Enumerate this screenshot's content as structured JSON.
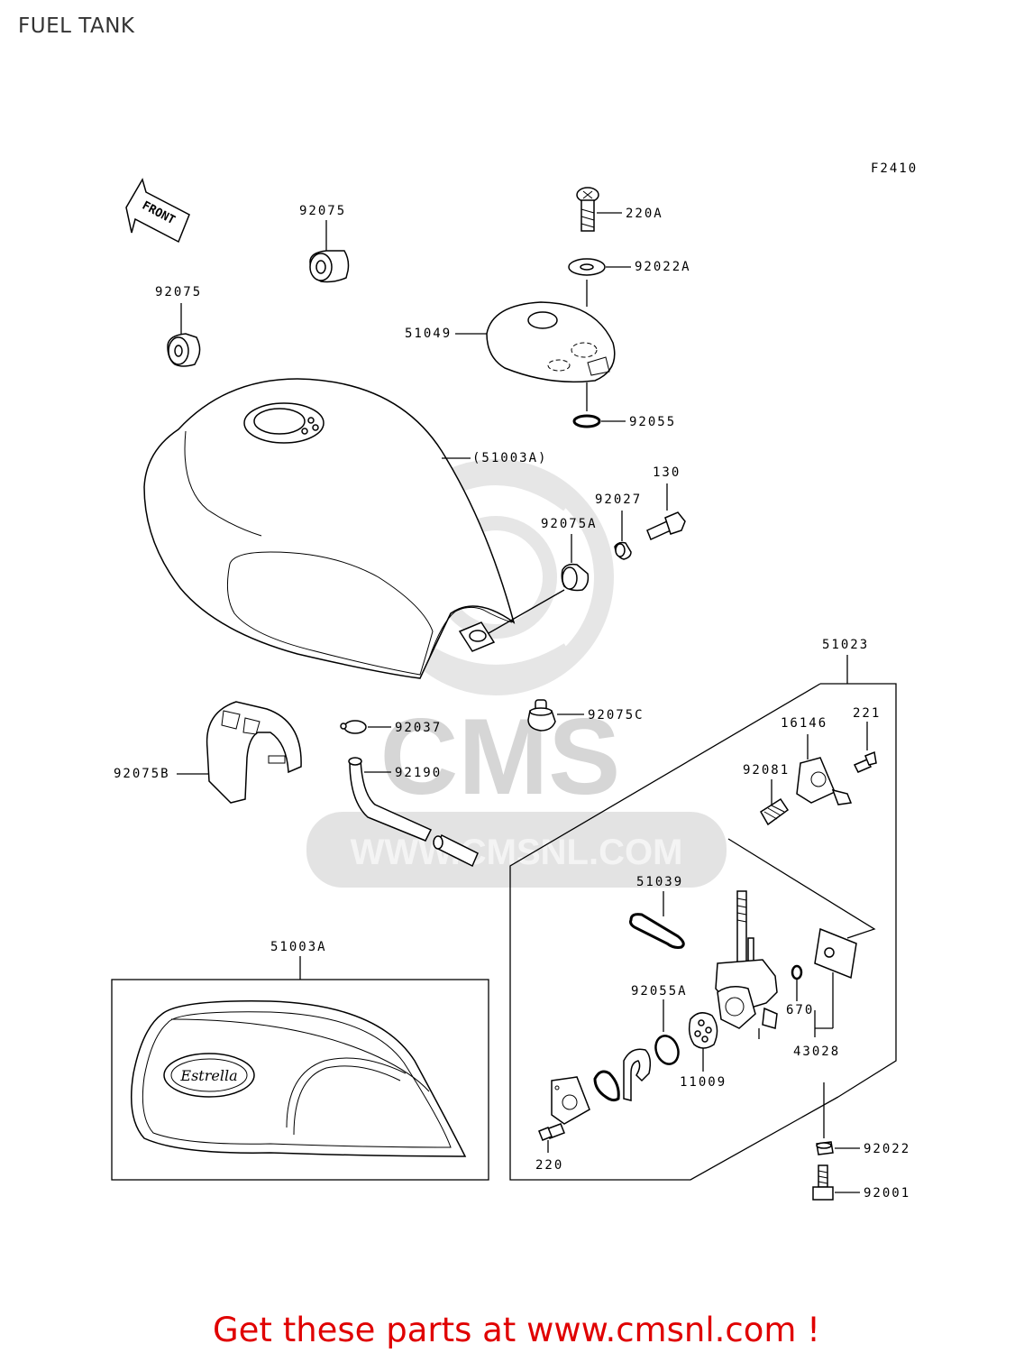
{
  "page": {
    "title": "FUEL TANK"
  },
  "figure_code": "F2410",
  "front_arrow": {
    "label": "FRONT"
  },
  "watermark": {
    "brand": "CMS",
    "url": "WWW.CMSNL.COM"
  },
  "tank_badge_logo": "Estrella",
  "part_labels": {
    "p220A": "220A",
    "p92022A": "92022A",
    "p92075_top": "92075",
    "p92075_left": "92075",
    "p51049": "51049",
    "p92055": "92055",
    "p51003A_paren": "(51003A)",
    "p130": "130",
    "p92027": "92027",
    "p92075A": "92075A",
    "p51023": "51023",
    "p92037": "92037",
    "p92075C": "92075C",
    "p16146": "16146",
    "p221": "221",
    "p92190": "92190",
    "p92075B": "92075B",
    "p92081": "92081",
    "p51039": "51039",
    "p51003A": "51003A",
    "p92055A": "92055A",
    "p670": "670",
    "p43028": "43028",
    "p11009": "11009",
    "p220": "220",
    "p92022": "92022",
    "p92001": "92001"
  },
  "footer": {
    "promo_text": "Get these parts at www.cmsnl.com !"
  }
}
